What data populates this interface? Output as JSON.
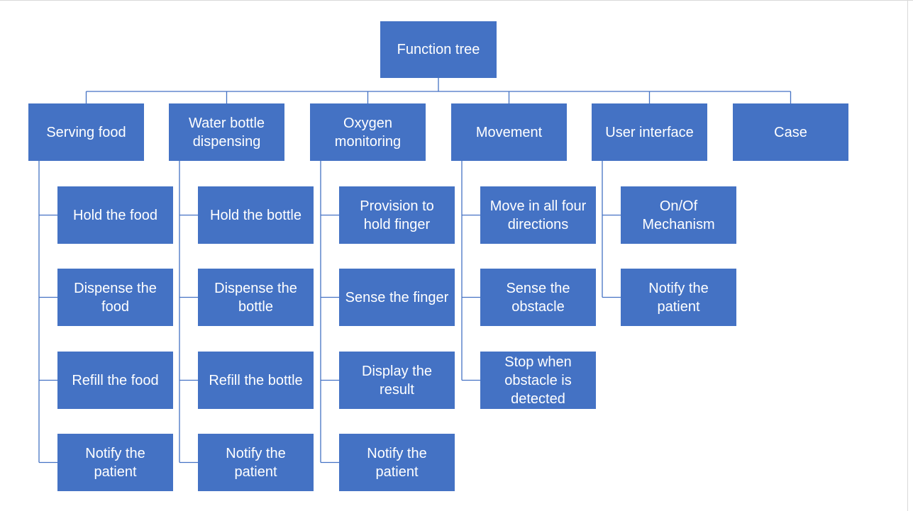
{
  "diagram": {
    "root": "Function tree",
    "branches": [
      {
        "label": "Serving food",
        "children": [
          "Hold the food",
          "Dispense the\nfood",
          "Refill the food",
          "Notify the\npatient"
        ]
      },
      {
        "label": "Water bottle\ndispensing",
        "children": [
          "Hold the bottle",
          "Dispense  the\nbottle",
          "Refill the bottle",
          "Notify the\npatient"
        ]
      },
      {
        "label": "Oxygen\nmonitoring",
        "children": [
          "Provision to\nhold finger",
          "Sense the finger",
          "Display the\nresult",
          "Notify the\npatient"
        ]
      },
      {
        "label": "Movement",
        "children": [
          "Move in all four\ndirections",
          "Sense the\nobstacle",
          "Stop when\nobstacle is\ndetected"
        ]
      },
      {
        "label": "User interface",
        "children": [
          "On/Of\nMechanism",
          "Notify the\npatient"
        ]
      },
      {
        "label": "Case",
        "children": []
      }
    ],
    "colors": {
      "box": "#4472c4",
      "text": "#ffffff",
      "line": "#4472c4"
    }
  }
}
